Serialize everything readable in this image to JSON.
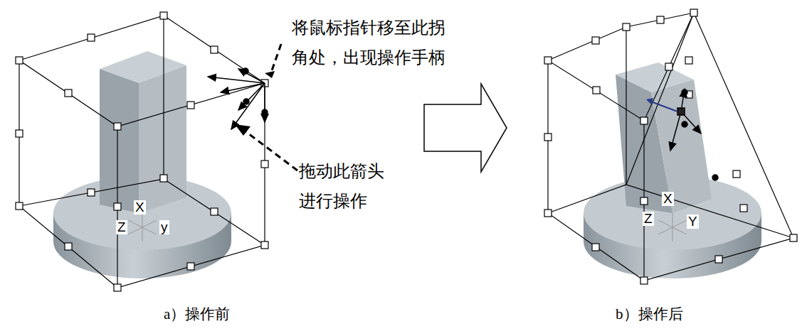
{
  "diagram": {
    "labels": [
      "将鼠标指针移至此拐角处，出现操作手柄",
      "拖动此箭头进行操作",
      "X",
      "Z",
      "y",
      "X",
      "Z",
      "Y",
      "a）操作前",
      "b）操作后"
    ]
  }
}
